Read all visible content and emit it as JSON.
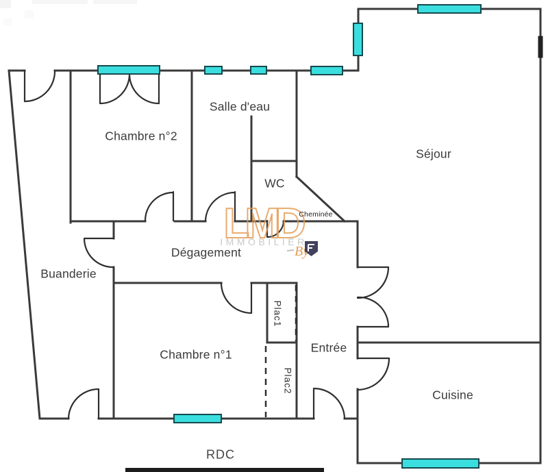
{
  "plan": {
    "floor_label": "RDC",
    "rooms": {
      "chambre2": "Chambre n°2",
      "salle_eau": "Salle d'eau",
      "wc": "WC",
      "sejour": "Séjour",
      "degagement": "Dégagement",
      "buanderie": "Buanderie",
      "chambre1": "Chambre n°1",
      "entree": "Entrée",
      "cuisine": "Cuisine"
    },
    "annotations": {
      "cheminee": "Cheminée",
      "plac1": "Plac1",
      "plac2": "Plac2"
    }
  },
  "watermark": {
    "brand": "LMD",
    "subtitle": "IMMOBILIER",
    "by": "By"
  },
  "colors": {
    "wall": "#3a3a3a",
    "window_fill": "#3BDEDE",
    "window_stroke": "#15484d",
    "watermark_orange": "#e59d57",
    "watermark_gray": "#c9c9c9",
    "logo_navy": "#41415c"
  }
}
